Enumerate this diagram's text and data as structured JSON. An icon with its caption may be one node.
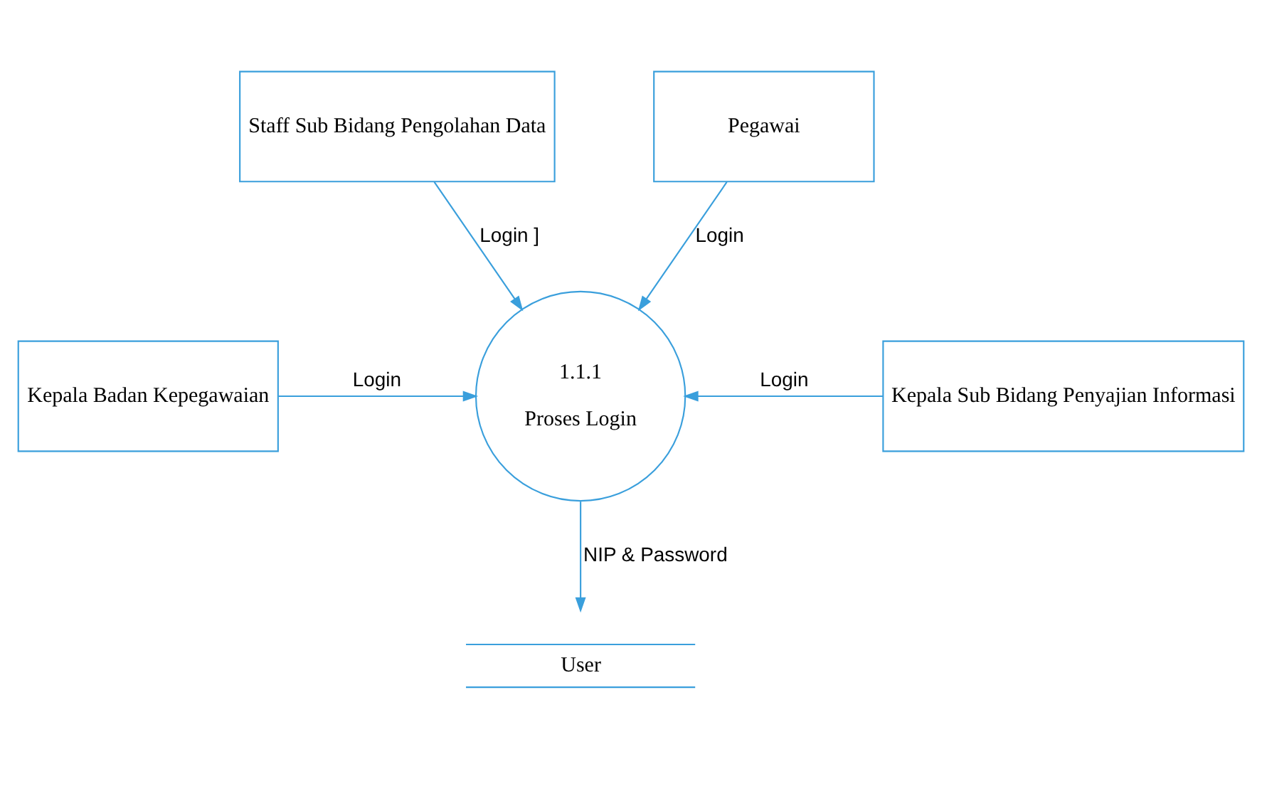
{
  "diagram": {
    "nodes": [
      {
        "text": [
          "Staff Sub Bidang Pengolahan Data"
        ]
      },
      {
        "text": [
          "Pegawai"
        ]
      },
      {
        "text": [
          "1.1.1",
          "Proses Login"
        ]
      },
      {
        "text": [
          "Kepala Badan Kepegawaian"
        ]
      },
      {
        "text": [
          "Kepala Sub Bidang Penyajian Informasi"
        ]
      },
      {
        "text": [
          "User"
        ]
      }
    ],
    "edges": [
      {
        "from": 0,
        "to": 2,
        "arrow": "to",
        "label": "Login ]"
      },
      {
        "from": 1,
        "to": 2,
        "arrow": "to",
        "label": "Login"
      },
      {
        "from": 3,
        "to": 2,
        "arrow": "to",
        "label": "Login"
      },
      {
        "from": 4,
        "to": 2,
        "arrow": "to",
        "label": "Login"
      },
      {
        "from": 2,
        "to": 5,
        "arrow": "to",
        "label": "NIP & Password"
      }
    ]
  }
}
